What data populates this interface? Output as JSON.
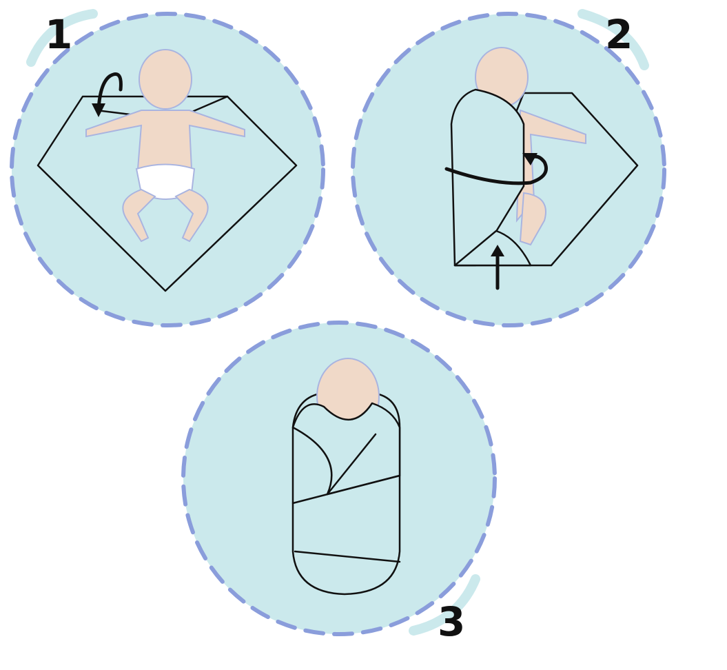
{
  "steps": [
    {
      "label": "1"
    },
    {
      "label": "2"
    },
    {
      "label": "3"
    }
  ],
  "colors": {
    "circle_fill": "#cbe9ec",
    "dashed_border": "#8a9ddb",
    "skin": "#f0d9c8",
    "ink": "#111111"
  }
}
